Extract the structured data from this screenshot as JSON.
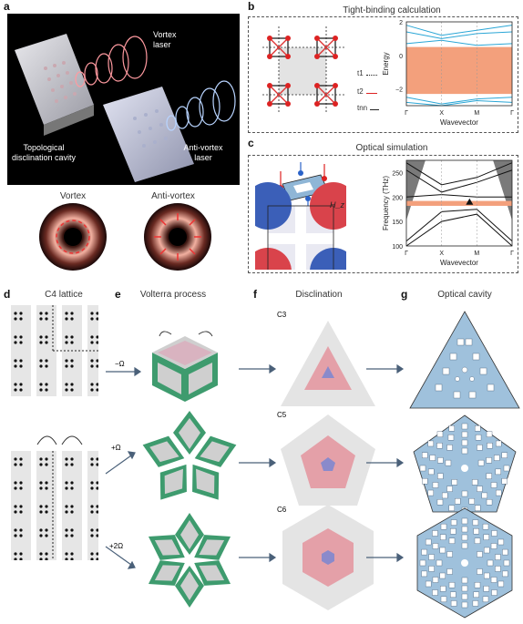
{
  "panels": {
    "a": "a",
    "b": "b",
    "c": "c",
    "d": "d",
    "e": "e",
    "f": "f",
    "g": "g"
  },
  "panel_a": {
    "vortex_laser": "Vortex\nlaser",
    "anti_vortex_laser": "Anti-vortex\nlaser",
    "cavity_label": "Topological\ndisclination cavity",
    "vortex_title": "Vortex",
    "anti_vortex_title": "Anti-vortex"
  },
  "panel_b": {
    "title": "Tight-binding calculation",
    "legend": [
      "t1",
      "t2",
      "tnn"
    ],
    "ylabel": "Energy",
    "xlabel": "Wavevector",
    "yticks": [
      "2",
      "0",
      "−2"
    ],
    "xticks": [
      "Γ",
      "X",
      "M",
      "Γ"
    ]
  },
  "panel_c": {
    "title": "Optical simulation",
    "mode_label": "H_z",
    "ylabel": "Frequency (THz)",
    "xlabel": "Wavevector",
    "yticks": [
      "250",
      "200",
      "150",
      "100"
    ],
    "xticks": [
      "Γ",
      "X",
      "M",
      "Γ"
    ]
  },
  "panel_d": {
    "title": "C4 lattice"
  },
  "panel_e": {
    "title": "Volterra process",
    "ops": [
      "−Ω",
      "+Ω",
      "+2Ω"
    ]
  },
  "panel_f": {
    "title": "Disclination",
    "symm": [
      "C3",
      "C5",
      "C6"
    ]
  },
  "panel_g": {
    "title": "Optical cavity"
  },
  "colors": {
    "accent_salmon": "#f3a07c",
    "green": "#3e9b6e",
    "pink": "#e98aa9",
    "blue": "#9fc1dc",
    "arrow": "#4a6079"
  },
  "chart_data": [
    {
      "type": "line",
      "title": "Tight-binding calculation",
      "xlabel": "Wavevector",
      "ylabel": "Energy",
      "categories": [
        "Γ",
        "X",
        "M",
        "Γ"
      ],
      "ylim": [
        -3,
        2
      ],
      "band_gap": [
        -2.3,
        0.5
      ],
      "series": [
        {
          "values": [
            1.8,
            1.2,
            1.5,
            1.8
          ]
        },
        {
          "values": [
            1.4,
            1.0,
            1.3,
            1.4
          ]
        },
        {
          "values": [
            0.7,
            0.9,
            0.6,
            0.7
          ]
        },
        {
          "values": [
            -2.5,
            -2.9,
            -2.6,
            -2.5
          ]
        },
        {
          "values": [
            -2.8,
            -3.0,
            -2.7,
            -2.8
          ]
        }
      ]
    },
    {
      "type": "line",
      "title": "Optical simulation",
      "xlabel": "Wavevector",
      "ylabel": "Frequency (THz)",
      "categories": [
        "Γ",
        "X",
        "M",
        "Γ"
      ],
      "ylim": [
        100,
        275
      ],
      "band_gap": [
        182,
        192
      ],
      "mode_frequency": 188,
      "series": [
        {
          "values": [
            270,
            225,
            240,
            270
          ]
        },
        {
          "values": [
            255,
            210,
            230,
            255
          ]
        },
        {
          "values": [
            200,
            205,
            200,
            200
          ]
        },
        {
          "values": [
            110,
            170,
            175,
            110
          ]
        },
        {
          "values": [
            100,
            150,
            165,
            100
          ]
        }
      ]
    }
  ]
}
